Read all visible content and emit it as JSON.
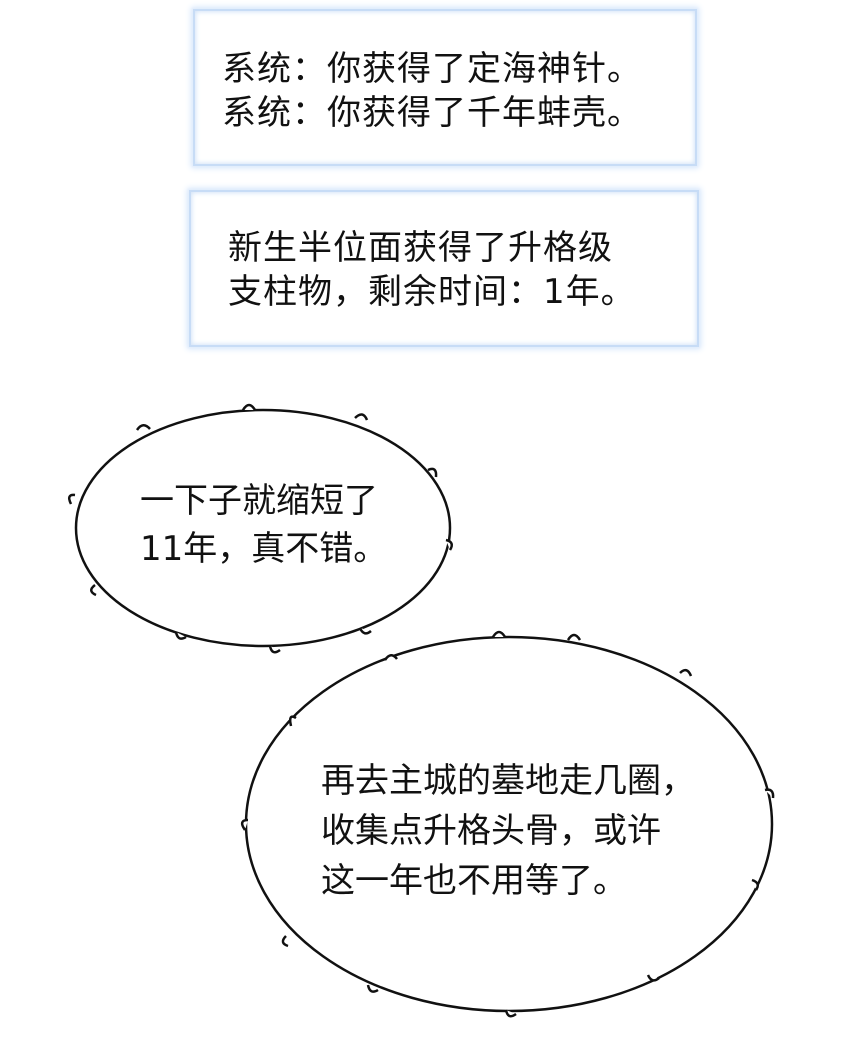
{
  "system_messages": [
    {
      "lines": [
        "系统：你获得了定海神针。",
        "系统：你获得了千年蚌壳。"
      ]
    },
    {
      "lines": [
        "新生半位面获得了升格级",
        "支柱物，剩余时间：1年。"
      ]
    }
  ],
  "speech_bubbles": [
    {
      "lines": [
        "一下子就缩短了",
        "11年，真不错。"
      ]
    },
    {
      "lines": [
        "再去主城的墓地走几圈，",
        "收集点升格头骨，或许",
        "这一年也不用等了。"
      ]
    }
  ],
  "colors": {
    "system_box_border": "#c7dcf6",
    "bubble_outline": "#111111",
    "text": "#111111",
    "background": "#ffffff"
  }
}
